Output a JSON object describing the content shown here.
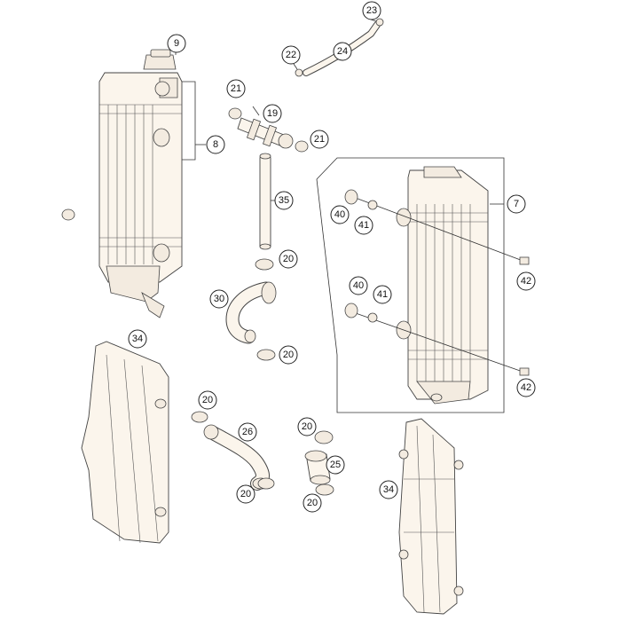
{
  "diagram": {
    "callouts": [
      {
        "id": "c9",
        "label": "9"
      },
      {
        "id": "c8",
        "label": "8"
      },
      {
        "id": "c23",
        "label": "23"
      },
      {
        "id": "c22",
        "label": "22"
      },
      {
        "id": "c24",
        "label": "24"
      },
      {
        "id": "c21a",
        "label": "21"
      },
      {
        "id": "c19",
        "label": "19"
      },
      {
        "id": "c21b",
        "label": "21"
      },
      {
        "id": "c35",
        "label": "35"
      },
      {
        "id": "c20a",
        "label": "20"
      },
      {
        "id": "c30",
        "label": "30"
      },
      {
        "id": "c20b",
        "label": "20"
      },
      {
        "id": "c7",
        "label": "7"
      },
      {
        "id": "c40a",
        "label": "40"
      },
      {
        "id": "c41a",
        "label": "41"
      },
      {
        "id": "c42a",
        "label": "42"
      },
      {
        "id": "c40b",
        "label": "40"
      },
      {
        "id": "c41b",
        "label": "41"
      },
      {
        "id": "c42b",
        "label": "42"
      },
      {
        "id": "c34a",
        "label": "34"
      },
      {
        "id": "c20c",
        "label": "20"
      },
      {
        "id": "c26",
        "label": "26"
      },
      {
        "id": "c20d",
        "label": "20"
      },
      {
        "id": "c20e",
        "label": "20"
      },
      {
        "id": "c25",
        "label": "25"
      },
      {
        "id": "c20f",
        "label": "20"
      },
      {
        "id": "c34b",
        "label": "34"
      }
    ]
  }
}
